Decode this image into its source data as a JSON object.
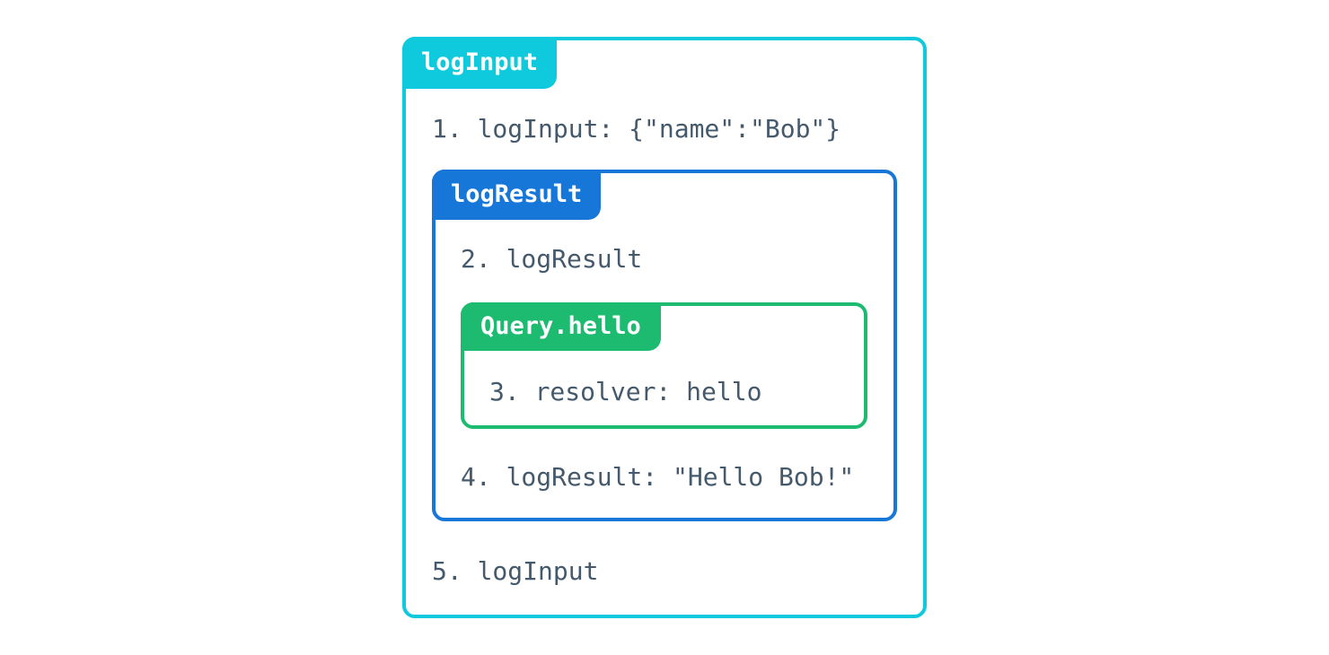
{
  "diagram": {
    "description": "nested-middleware-execution-flow"
  },
  "layers": {
    "outer": {
      "badge": "logInput",
      "step_before": "1. logInput: {\"name\":\"Bob\"}",
      "step_after": "5. logInput"
    },
    "middle": {
      "badge": "logResult",
      "step_before": "2. logResult",
      "step_after": "4. logResult: \"Hello Bob!\""
    },
    "inner": {
      "badge": "Query.hello",
      "step": "3. resolver: hello"
    }
  },
  "colors": {
    "cyan": "#0fc9dc",
    "blue": "#1777d9",
    "green": "#1cbb70",
    "text": "#44596b",
    "badge_text": "#ffffff",
    "background": "#ffffff"
  }
}
